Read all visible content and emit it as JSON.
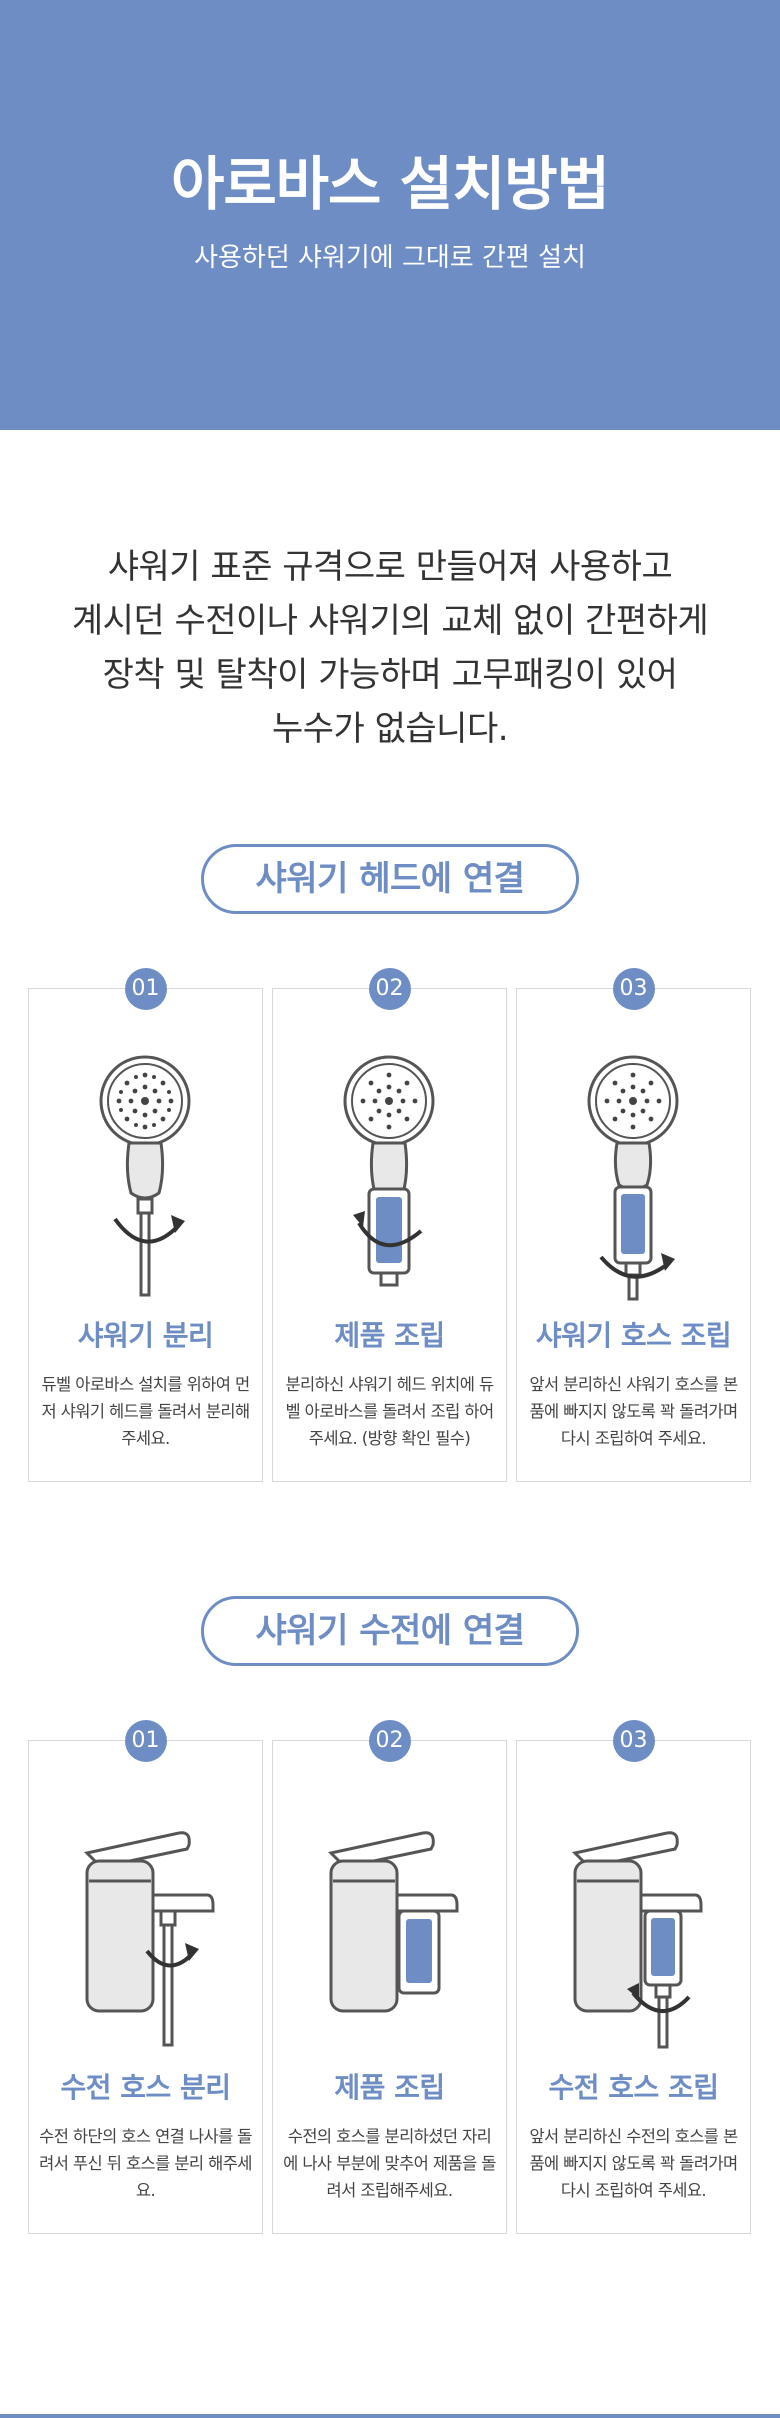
{
  "hero": {
    "title": "아로바스 설치방법",
    "subtitle": "사용하던 샤워기에 그대로 간편 설치"
  },
  "intro": {
    "lines": [
      "샤워기 표준 규격으로 만들어져 사용하고",
      "계시던 수전이나 샤워기의 교체 없이 간편하게",
      "장착 및 탈착이 가능하며 고무패킹이 있어",
      "누수가 없습니다."
    ]
  },
  "sections": [
    {
      "title": "샤워기 헤드에 연결",
      "steps": [
        {
          "number": "01",
          "title": "샤워기 분리",
          "desc": "듀벨 아로바스 설치를 위하여 먼저 샤워기 헤드를 돌려서 분리해주세요."
        },
        {
          "number": "02",
          "title": "제품 조립",
          "desc": "분리하신 샤워기 헤드 위치에 듀벨 아로바스를 돌려서 조립 하어주세요. (방향 확인 필수)"
        },
        {
          "number": "03",
          "title": "샤워기 호스 조립",
          "desc": "앞서 분리하신 샤워기 호스를 본품에 빠지지 않도록 꽉 돌려가며 다시 조립하여 주세요."
        }
      ]
    },
    {
      "title": "샤워기 수전에 연결",
      "steps": [
        {
          "number": "01",
          "title": "수전 호스 분리",
          "desc": "수전 하단의 호스 연결 나사를 돌려서 푸신 뒤 호스를 분리 해주세요."
        },
        {
          "number": "02",
          "title": "제품 조립",
          "desc": "수전의 호스를 분리하셨던 자리에 나사 부분에 맞추어 제품을 돌려서 조립해주세요."
        },
        {
          "number": "03",
          "title": "수전 호스 조립",
          "desc": "앞서 분리하신 수전의 호스를 본품에 빠지지 않도록 꽉 돌려가며 다시 조립하여 주세요."
        }
      ]
    }
  ],
  "colors": {
    "accent": "#6f8dc5",
    "border": "#d8d8d8",
    "text": "#333333"
  }
}
